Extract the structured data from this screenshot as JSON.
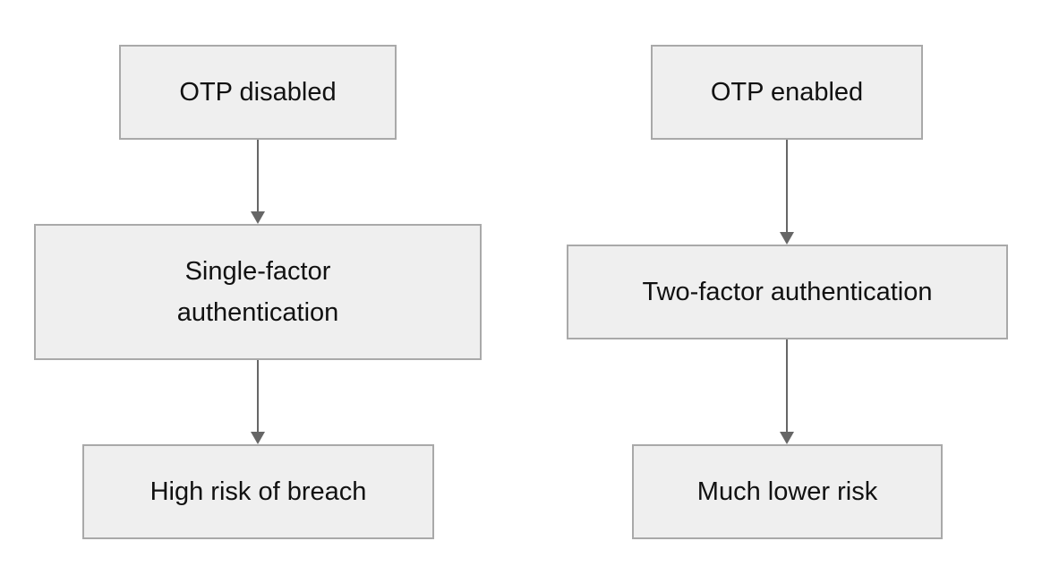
{
  "left_flow": {
    "start": "OTP disabled",
    "middle": "Single-factor authentication",
    "end": "High risk of breach"
  },
  "right_flow": {
    "start": "OTP enabled",
    "middle": "Two-factor authentication",
    "end": "Much lower risk"
  },
  "colors": {
    "node_fill": "#efefef",
    "node_border": "#a9a9a9",
    "arrow": "#666666",
    "text": "#111111"
  }
}
